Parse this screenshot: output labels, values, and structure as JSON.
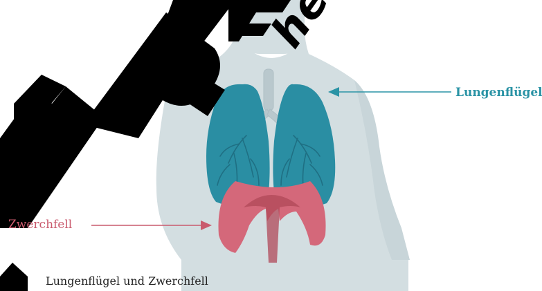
{
  "labels": {
    "lungs": "Lungenflügel",
    "diaphragm": "Zwerchfell"
  },
  "caption": "Lungenflügel und Zwerchfell",
  "watermark": {
    "text": "helbling",
    "stamp": "MPLE"
  },
  "colors": {
    "body_silhouette": "#d3dee1",
    "lungs": "#2a8ea3",
    "lungs_dark": "#1f6f83",
    "diaphragm": "#d4687a",
    "diaphragm_inner": "#b04858",
    "trachea": "#b9c8cd",
    "lungs_label": "#2a93a5",
    "diaphragm_label": "#c95a6d",
    "watermark": "#000000"
  }
}
